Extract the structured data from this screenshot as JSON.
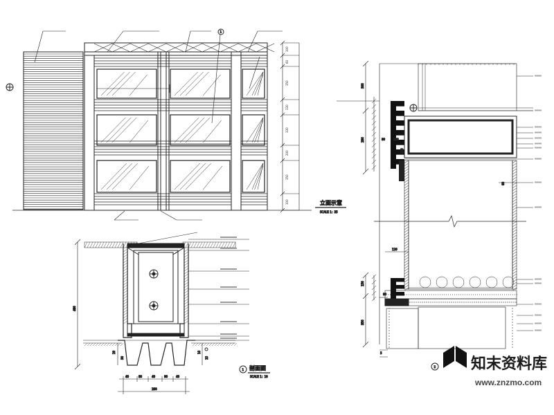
{
  "labels": {
    "elevation_title": "立面示意",
    "elevation_scale": "SCALE  1：35",
    "section_title": "剖面图",
    "section_scale": "SCALE  1：10",
    "section_number": "1",
    "detail_number": "2",
    "callout_number": "1"
  },
  "elevation_dims": [
    "100",
    "60",
    "350",
    "330",
    "330",
    "200",
    "350",
    "100"
  ],
  "section_dims": {
    "total_height": "480",
    "bottom_widths": [
      "40",
      "80",
      "40",
      "80",
      "40"
    ],
    "bottom_total": "280",
    "left_heights": [
      "20",
      "30"
    ],
    "right_heights": [
      "10",
      "15"
    ]
  },
  "detail_dims": {
    "upper_left": [
      "300",
      "280"
    ],
    "upper_vert": "150",
    "upper_horiz": "80",
    "upper_mid": "100",
    "mid_right": "60",
    "mid_left": "120",
    "lower_left": [
      "150",
      "80",
      "350"
    ],
    "lower_tiny": "5"
  },
  "watermark": {
    "chinese": "知末资料库",
    "url": "www.znzmo.com"
  },
  "colors": {
    "line": "#222222",
    "background": "#ffffff",
    "watermark": "#1a1a1a"
  }
}
